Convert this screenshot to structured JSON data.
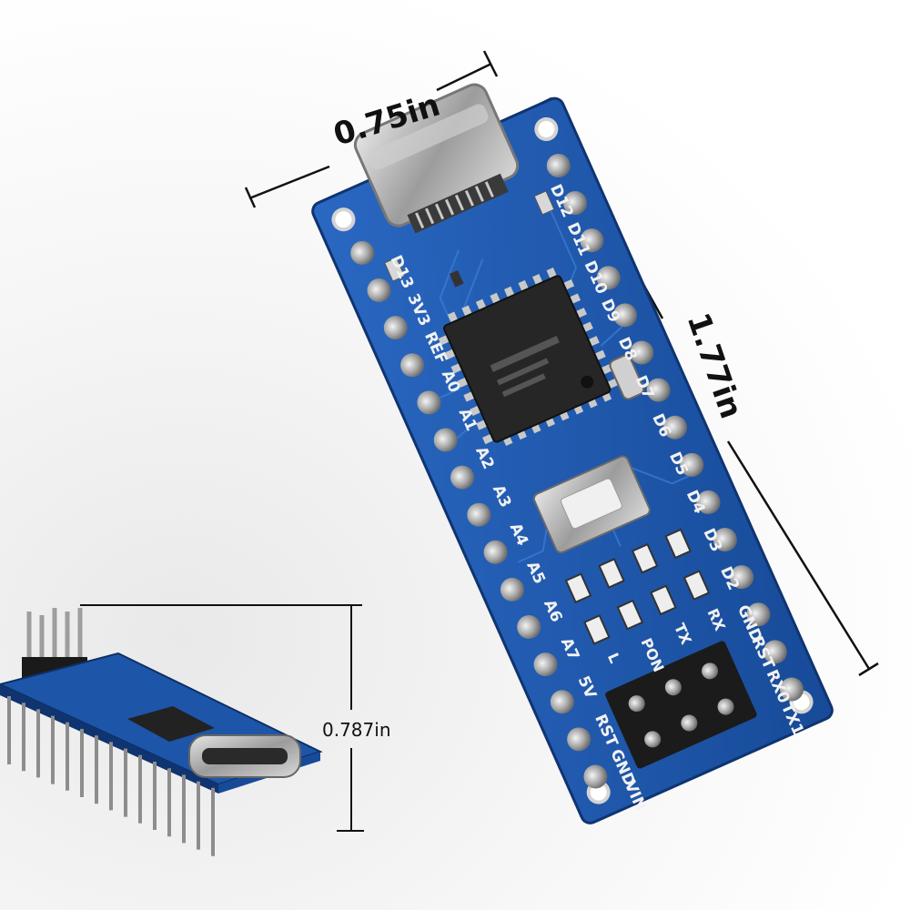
{
  "dimensions": {
    "width": "0.75in",
    "length": "1.77in",
    "height": "0.787in"
  },
  "board_pin_labels": {
    "left_column": [
      "D13",
      "3V3",
      "REF",
      "A0",
      "A1",
      "A2",
      "A3",
      "A4",
      "A5",
      "A6",
      "A7",
      "5V",
      "RST",
      "GND",
      "VIN"
    ],
    "right_column": [
      "D12",
      "D11",
      "D10",
      "D9",
      "D8",
      "D7",
      "D6",
      "D5",
      "D4",
      "D3",
      "D2",
      "GND",
      "RST",
      "RX0",
      "TX1"
    ],
    "led_labels": [
      "L",
      "PON",
      "TX",
      "RX"
    ]
  },
  "colors": {
    "pcb": "#1d55a8",
    "pcb_dark": "#123b7a",
    "silkscreen": "#f2f2f2",
    "chip": "#222222",
    "metal": "#b9b9b9",
    "dimension_line": "#111111"
  }
}
